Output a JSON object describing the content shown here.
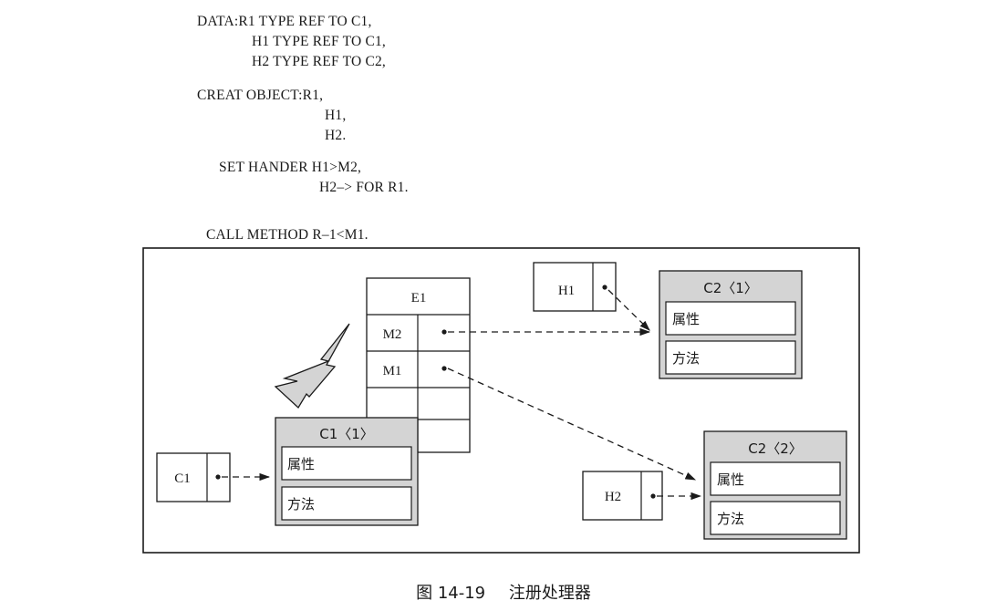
{
  "code": [
    "DATA:R1 TYPE REF TO C1,",
    "H1 TYPE REF TO C1,",
    "H2 TYPE REF TO C2,",
    "CREAT OBJECT:R1,",
    "H1,",
    "H2.",
    "SET HANDER H1>M2,",
    "H2–> FOR R1.",
    "CALL METHOD R–1<M1."
  ],
  "diagram": {
    "event_table": {
      "title": "E1",
      "rows": [
        "M2",
        "M1"
      ]
    },
    "c1_object": {
      "title": "C1〈1〉",
      "attr": "属性",
      "method": "方法"
    },
    "c2_object_1": {
      "title": "C2〈1〉",
      "attr": "属性",
      "method": "方法"
    },
    "c2_object_2": {
      "title": "C2〈2〉",
      "attr": "属性",
      "method": "方法"
    },
    "ref_c1": "C1",
    "ref_h1": "H1",
    "ref_h2": "H2"
  },
  "caption": {
    "figure_no": "图 14-19",
    "title": "注册处理器"
  },
  "colors": {
    "ink": "#1a1a1a",
    "box_shade": "#d4d4d4",
    "paper": "#ffffff"
  }
}
